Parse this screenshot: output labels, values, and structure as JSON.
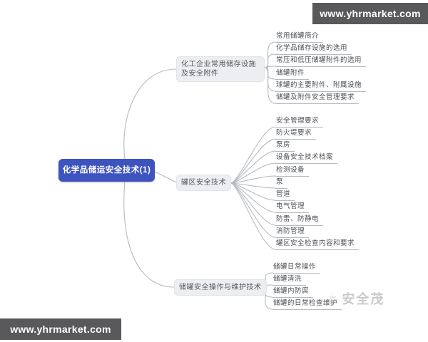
{
  "banners": {
    "top_right": "www.yhrmarket.com",
    "bottom_left": "www.yhrmarket.com"
  },
  "watermark": {
    "icon": "sun-logo-icon",
    "text": "安全茂"
  },
  "colors": {
    "root_bg": "#3d53be",
    "root_text": "#ffffff",
    "branch_bg": "#eceef2",
    "branch_text": "#54575d",
    "leaf_text": "#4c4f54",
    "connector": "#b6bac2",
    "banner_bg": "#59595b",
    "banner_text": "#ffffff",
    "watermark_text": "#c9c9c9"
  },
  "mindmap": {
    "root": {
      "label": "化学品储运安全技术(1)"
    },
    "branches": [
      {
        "label": "化工企业常用储存设施及安全附件",
        "children": [
          "常用储罐简介",
          "化学品储存设施的选用",
          "常压和低压储罐附件的选用",
          "储罐附件",
          "球罐的主要附件、附属设施",
          "储罐及附件安全管理要求"
        ]
      },
      {
        "label": "罐区安全技术",
        "children": [
          "安全管理要求",
          "防火堤要求",
          "泵房",
          "设备安全技术档案",
          "检测设备",
          "泵",
          "管道",
          "电气管理",
          "防雷、防静电",
          "消防管理",
          "罐区安全检查内容和要求"
        ]
      },
      {
        "label": "储罐安全操作与维护技术",
        "children": [
          "储罐日常操作",
          "储罐清洗",
          "储罐内防腐",
          "储罐的日常检查维护"
        ]
      }
    ]
  }
}
